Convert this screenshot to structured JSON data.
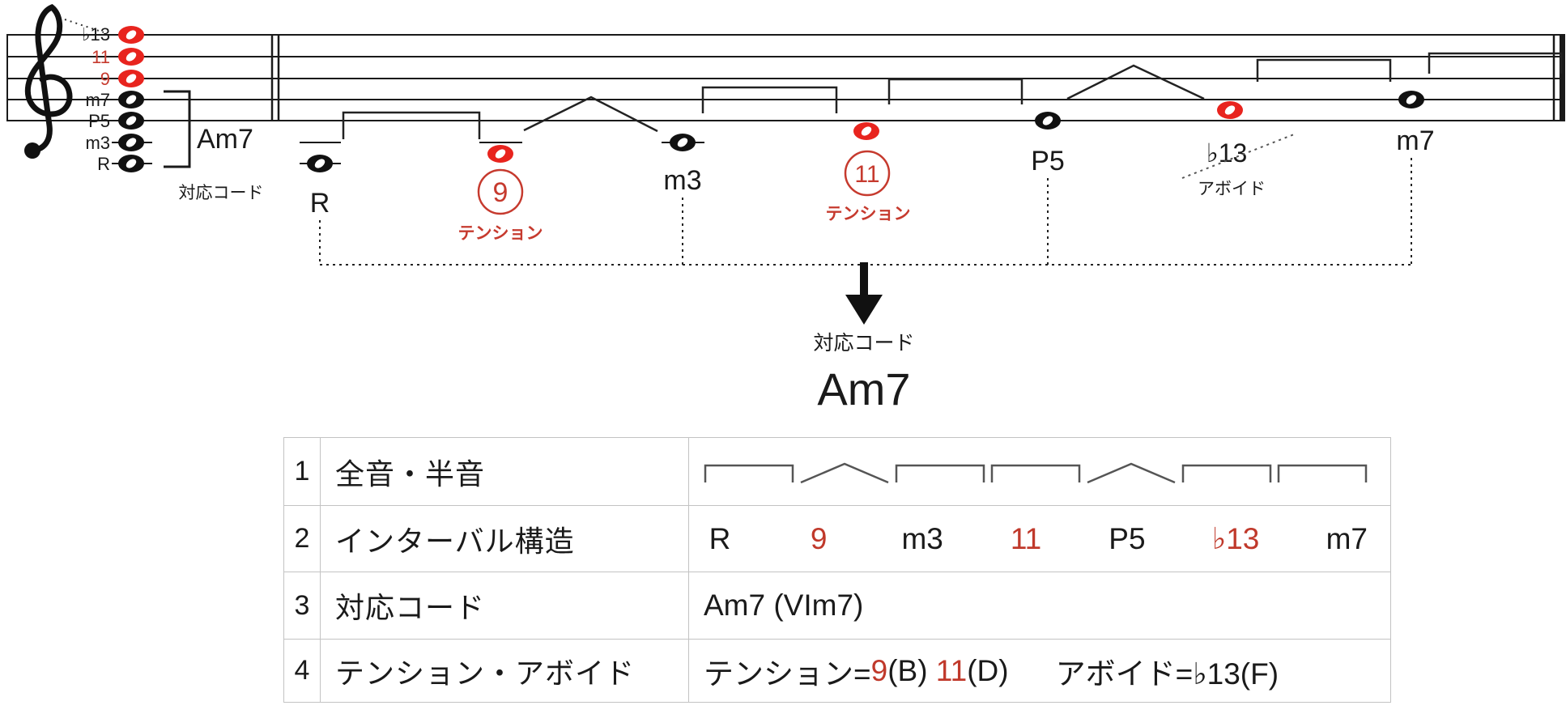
{
  "figure": {
    "stack": {
      "labels": [
        "♭13",
        "11",
        "9",
        "m7",
        "P5",
        "m3",
        "R"
      ],
      "chord": "Am7",
      "caption": "対応コード"
    },
    "scale": {
      "root": "R",
      "ninth": "9",
      "third": "m3",
      "eleventh": "11",
      "fifth": "P5",
      "flat13": "♭13",
      "seventh": "m7"
    },
    "tension_label": "テンション",
    "avoid_label": "アボイド",
    "result": {
      "caption": "対応コード",
      "chord": "Am7"
    }
  },
  "table": {
    "rows": {
      "r1": {
        "num": "1",
        "label": "全音・半音"
      },
      "r2": {
        "num": "2",
        "label": "インターバル構造",
        "cells": [
          "R",
          "9",
          "m3",
          "11",
          "P5",
          "♭13",
          "m7"
        ]
      },
      "r3": {
        "num": "3",
        "label": "対応コード",
        "value": "Am7 (VIm7)"
      },
      "r4": {
        "num": "4",
        "label": "テンション・アボイド",
        "tension_eq": "テンション=",
        "t1": "9",
        "t1n": "(B) ",
        "t2": "11",
        "t2n": "(D)",
        "avoid_eq": "アボイド=♭13(F)"
      }
    },
    "step_pattern": [
      "whole",
      "half",
      "whole",
      "whole",
      "half",
      "whole",
      "whole"
    ]
  },
  "colors": {
    "note_red": "#e8241e",
    "text_red": "#c63a2e",
    "table_red": "#c0392b",
    "ink": "#1a1a1a",
    "grid": "#c3c3c3",
    "step_gray": "#555555"
  }
}
